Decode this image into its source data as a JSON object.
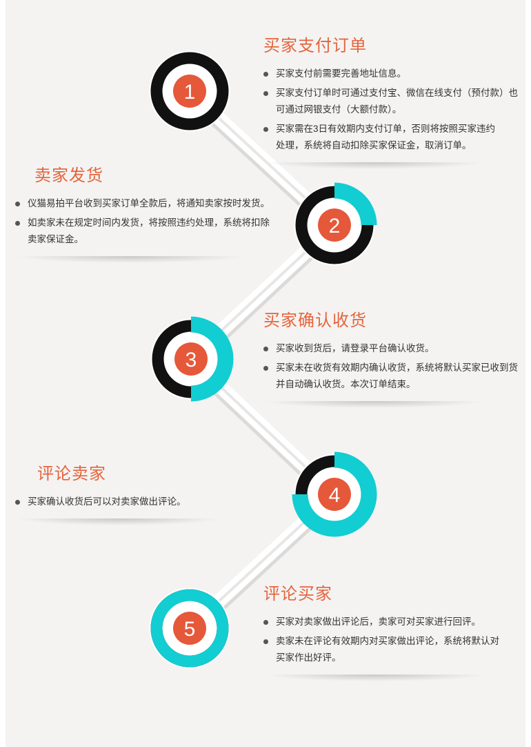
{
  "colors": {
    "accent_title": "#e5643e",
    "ring_black": "#111111",
    "ring_teal": "#12cdd1",
    "number_circle": "#e5583a",
    "background": "#f4f3f1"
  },
  "steps": [
    {
      "number": "1",
      "title": "买家支付订单",
      "items": [
        "买家支付前需要完善地址信息。",
        "买家支付订单时可通过支付宝、微信在线支付（预付款）也可通过网银支付（大额付款）。",
        "买家需在3日有效期内支付订单，否则将按照买家违约处理，系统将自动扣除买家保证金，取消订单。"
      ],
      "progress": 0
    },
    {
      "number": "2",
      "title": "卖家发货",
      "items": [
        "仪猫易拍平台收到买家订单全款后，将通知卖家按时发货。",
        "如卖家未在规定时间内发货，将按照违约处理，系统将扣除卖家保证金。"
      ],
      "progress": 0.25
    },
    {
      "number": "3",
      "title": "买家确认收货",
      "items": [
        "买家收到货后，请登录平台确认收货。",
        "买家未在收货有效期内确认收货，系统将默认买家已收到货并自动确认收货。本次订单结束。"
      ],
      "progress": 0.5
    },
    {
      "number": "4",
      "title": "评论卖家",
      "items": [
        "买家确认收货后可以对卖家做出评论。"
      ],
      "progress": 0.75
    },
    {
      "number": "5",
      "title": "评论买家",
      "items": [
        "买家对卖家做出评论后，卖家可对买家进行回评。",
        "卖家未在评论有效期内对买家做出评论，系统将默认对买家作出好评。"
      ],
      "progress": 1
    }
  ]
}
